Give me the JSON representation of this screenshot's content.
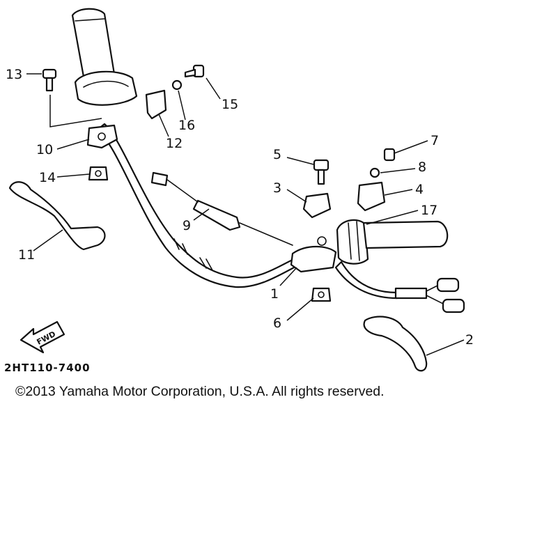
{
  "diagram": {
    "callouts": [
      "13",
      "15",
      "16",
      "12",
      "10",
      "14",
      "11",
      "9",
      "5",
      "7",
      "8",
      "3",
      "4",
      "17",
      "1",
      "6",
      "2"
    ],
    "fwd_label": "FWD",
    "drawing_code": "2HT110-7400"
  },
  "footer": {
    "copyright": "©2013 Yamaha Motor Corporation, U.S.A. All rights reserved."
  }
}
